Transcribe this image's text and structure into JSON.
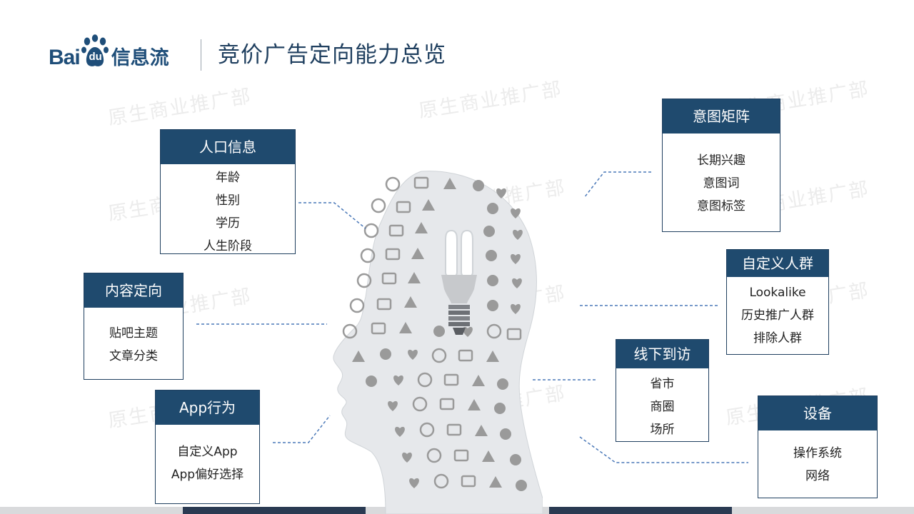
{
  "header": {
    "logo_word_1": "Bai",
    "logo_paw_text": "du",
    "logo_cn": "信息流",
    "title": "竞价广告定向能力总览"
  },
  "watermark": "原生商业推广部",
  "colors": {
    "brand": "#1f4a6e",
    "box_border": "#1f3f5f",
    "connector": "#4a78b8",
    "head_fill": "#e6e8eb",
    "icon": "#9a9a9a"
  },
  "icons": [
    "headphones-icon",
    "bag-icon",
    "umbrella-icon",
    "cloud-icon",
    "clock-icon",
    "cd-icon",
    "film-icon",
    "runner-icon",
    "lightbulb-icon",
    "info-icon",
    "flag-icon",
    "music-note-icon",
    "globe-icon",
    "heart-icon",
    "people-icon",
    "keyboard-icon",
    "car-icon",
    "gear-icon",
    "camera-icon",
    "phone-icon",
    "book-icon",
    "apple-icon",
    "power-icon",
    "tv-icon",
    "basketball-icon",
    "lock-icon",
    "chart-icon",
    "envelope-icon",
    "plane-icon",
    "magnifier-icon",
    "house-icon"
  ],
  "categories": {
    "demographics": {
      "title": "人口信息",
      "items": [
        "年龄",
        "性别",
        "学历",
        "人生阶段"
      ]
    },
    "content": {
      "title": "内容定向",
      "items": [
        "贴吧主题",
        "文章分类"
      ]
    },
    "app": {
      "title": "App行为",
      "items": [
        "自定义App",
        "App偏好选择"
      ]
    },
    "intent": {
      "title": "意图矩阵",
      "items": [
        "长期兴趣",
        "意图词",
        "意图标签"
      ]
    },
    "custom": {
      "title": "自定义人群",
      "items": [
        "Lookalike",
        "历史推广人群",
        "排除人群"
      ]
    },
    "offline": {
      "title": "线下到访",
      "items": [
        "省市",
        "商圈",
        "场所"
      ]
    },
    "device": {
      "title": "设备",
      "items": [
        "操作系统",
        "网络"
      ]
    }
  }
}
